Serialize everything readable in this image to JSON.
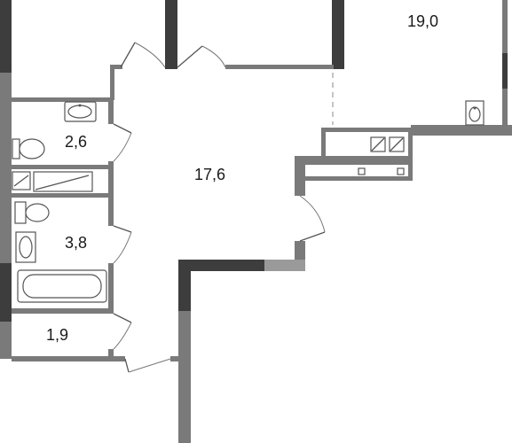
{
  "floor_plan": {
    "rooms": [
      {
        "id": "room-top-right",
        "area": "19,0"
      },
      {
        "id": "hallway",
        "area": "17,6"
      },
      {
        "id": "wc",
        "area": "2,6"
      },
      {
        "id": "bathroom",
        "area": "3,8"
      },
      {
        "id": "storage",
        "area": "1,9"
      }
    ]
  }
}
